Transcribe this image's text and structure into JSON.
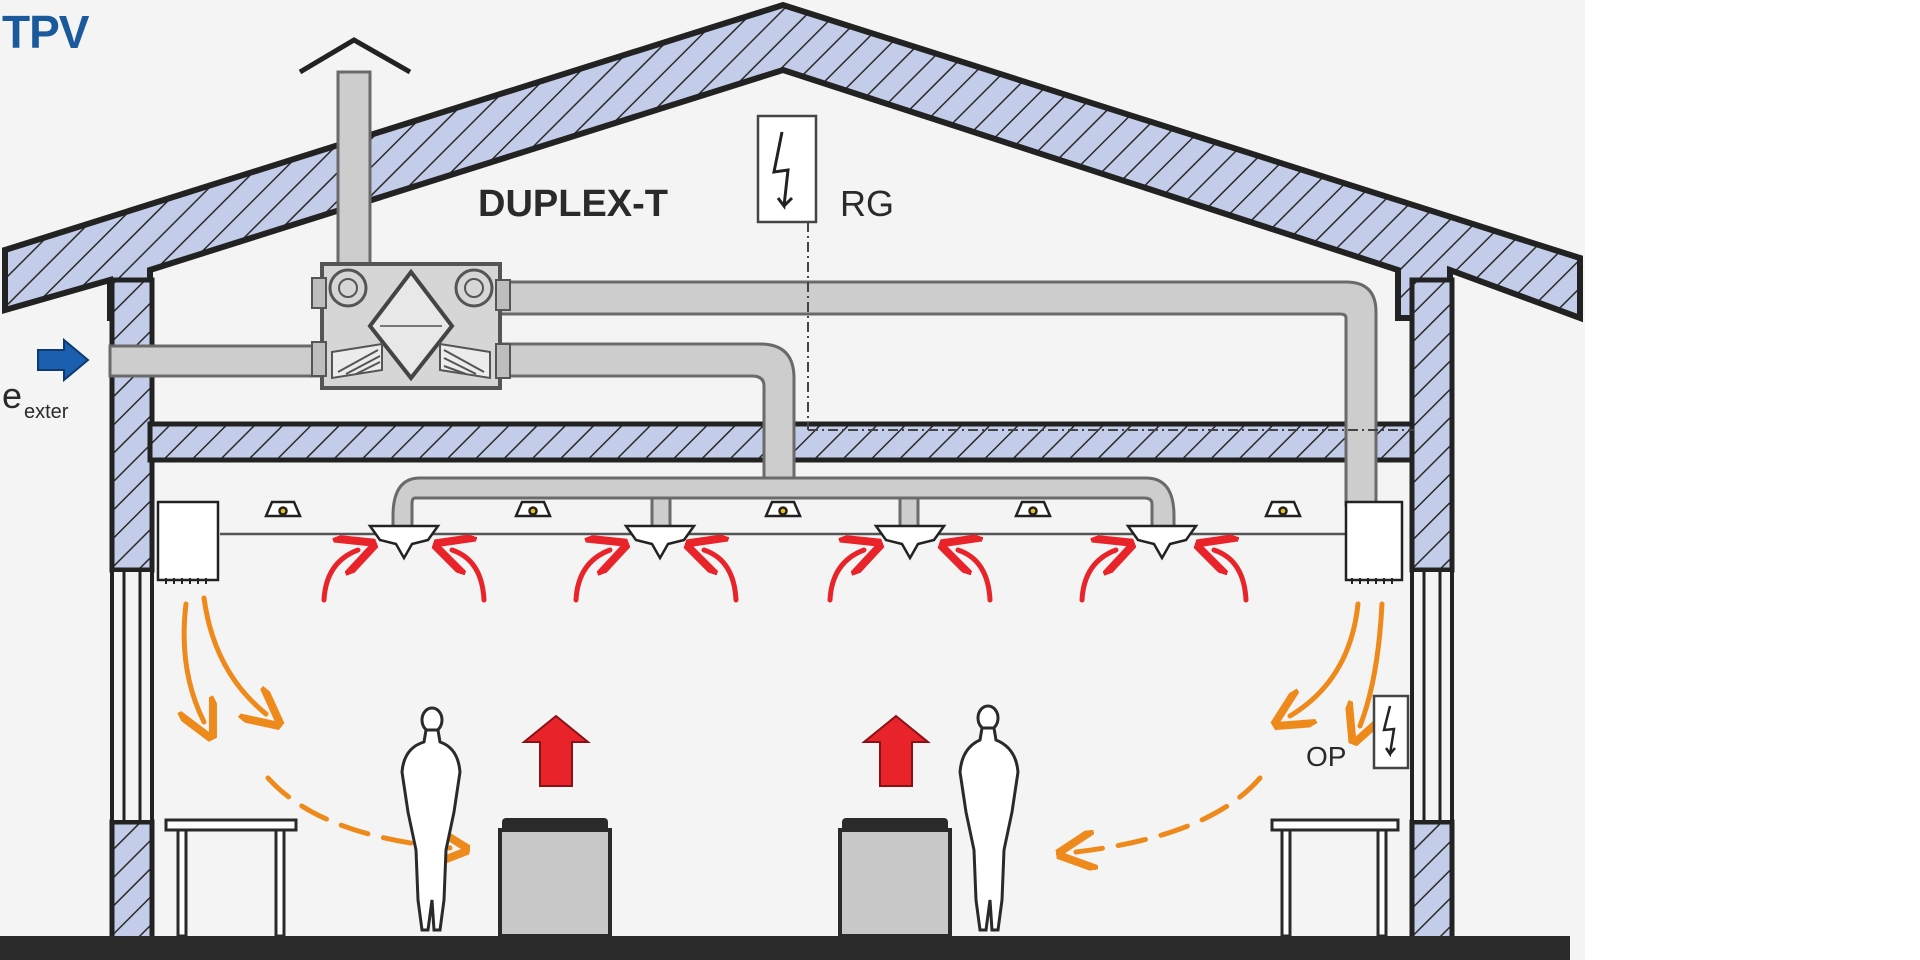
{
  "brand": {
    "logo_text": "TPV"
  },
  "labels": {
    "unit": "DUPLEX-T",
    "regulator": "RG",
    "operator_panel": "OP",
    "exterior_main": "e",
    "exterior_sub": "exter"
  },
  "colors": {
    "background": "#f4f4f4",
    "wall_fill": "#c3cce8",
    "wall_stroke": "#222222",
    "duct_fill": "#cdcdcd",
    "duct_stroke": "#6a6a6a",
    "warm_arrow": "#e8242a",
    "air_flow_arrow": "#ee8a1c",
    "intake_arrow": "#1c5fae",
    "brand": "#1a5a9c"
  },
  "icons": {
    "electric": "lightning-bolt-icon",
    "intake": "arrow-right-icon",
    "exhaust_cap": "chimney-cap-icon"
  }
}
